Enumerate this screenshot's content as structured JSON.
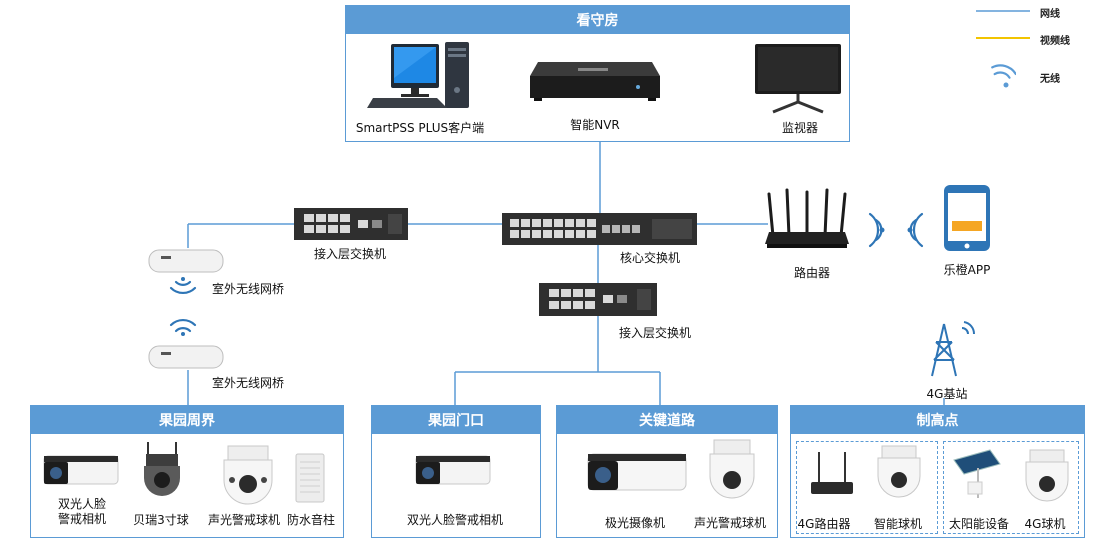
{
  "legend": {
    "network_line": "网线",
    "video_line": "视频线",
    "wireless": "无线"
  },
  "colors": {
    "network": "#5b9bd5",
    "video": "#f2c400",
    "panel": "#5b9bd5"
  },
  "guard_room": {
    "title": "看守房",
    "client": "SmartPSS PLUS客户端",
    "nvr": "智能NVR",
    "monitor": "监视器"
  },
  "network": {
    "access_switch_left": "接入层交换机",
    "core_switch": "核心交换机",
    "access_switch_center": "接入层交换机",
    "router": "路由器",
    "app": "乐橙APP",
    "bridge_top": "室外无线网桥",
    "bridge_bottom": "室外无线网桥",
    "base_station": "4G基站"
  },
  "zones": {
    "perimeter": {
      "title": "果园周界",
      "devices": [
        "双光人脸\n警戒相机",
        "贝瑞3寸球",
        "声光警戒球机",
        "防水音柱"
      ]
    },
    "gate": {
      "title": "果园门口",
      "devices": [
        "双光人脸警戒相机"
      ]
    },
    "road": {
      "title": "关键道路",
      "devices": [
        "极光摄像机",
        "声光警戒球机"
      ]
    },
    "high_point": {
      "title": "制高点",
      "devices": [
        "4G路由器",
        "智能球机",
        "太阳能设备",
        "4G球机"
      ]
    }
  }
}
